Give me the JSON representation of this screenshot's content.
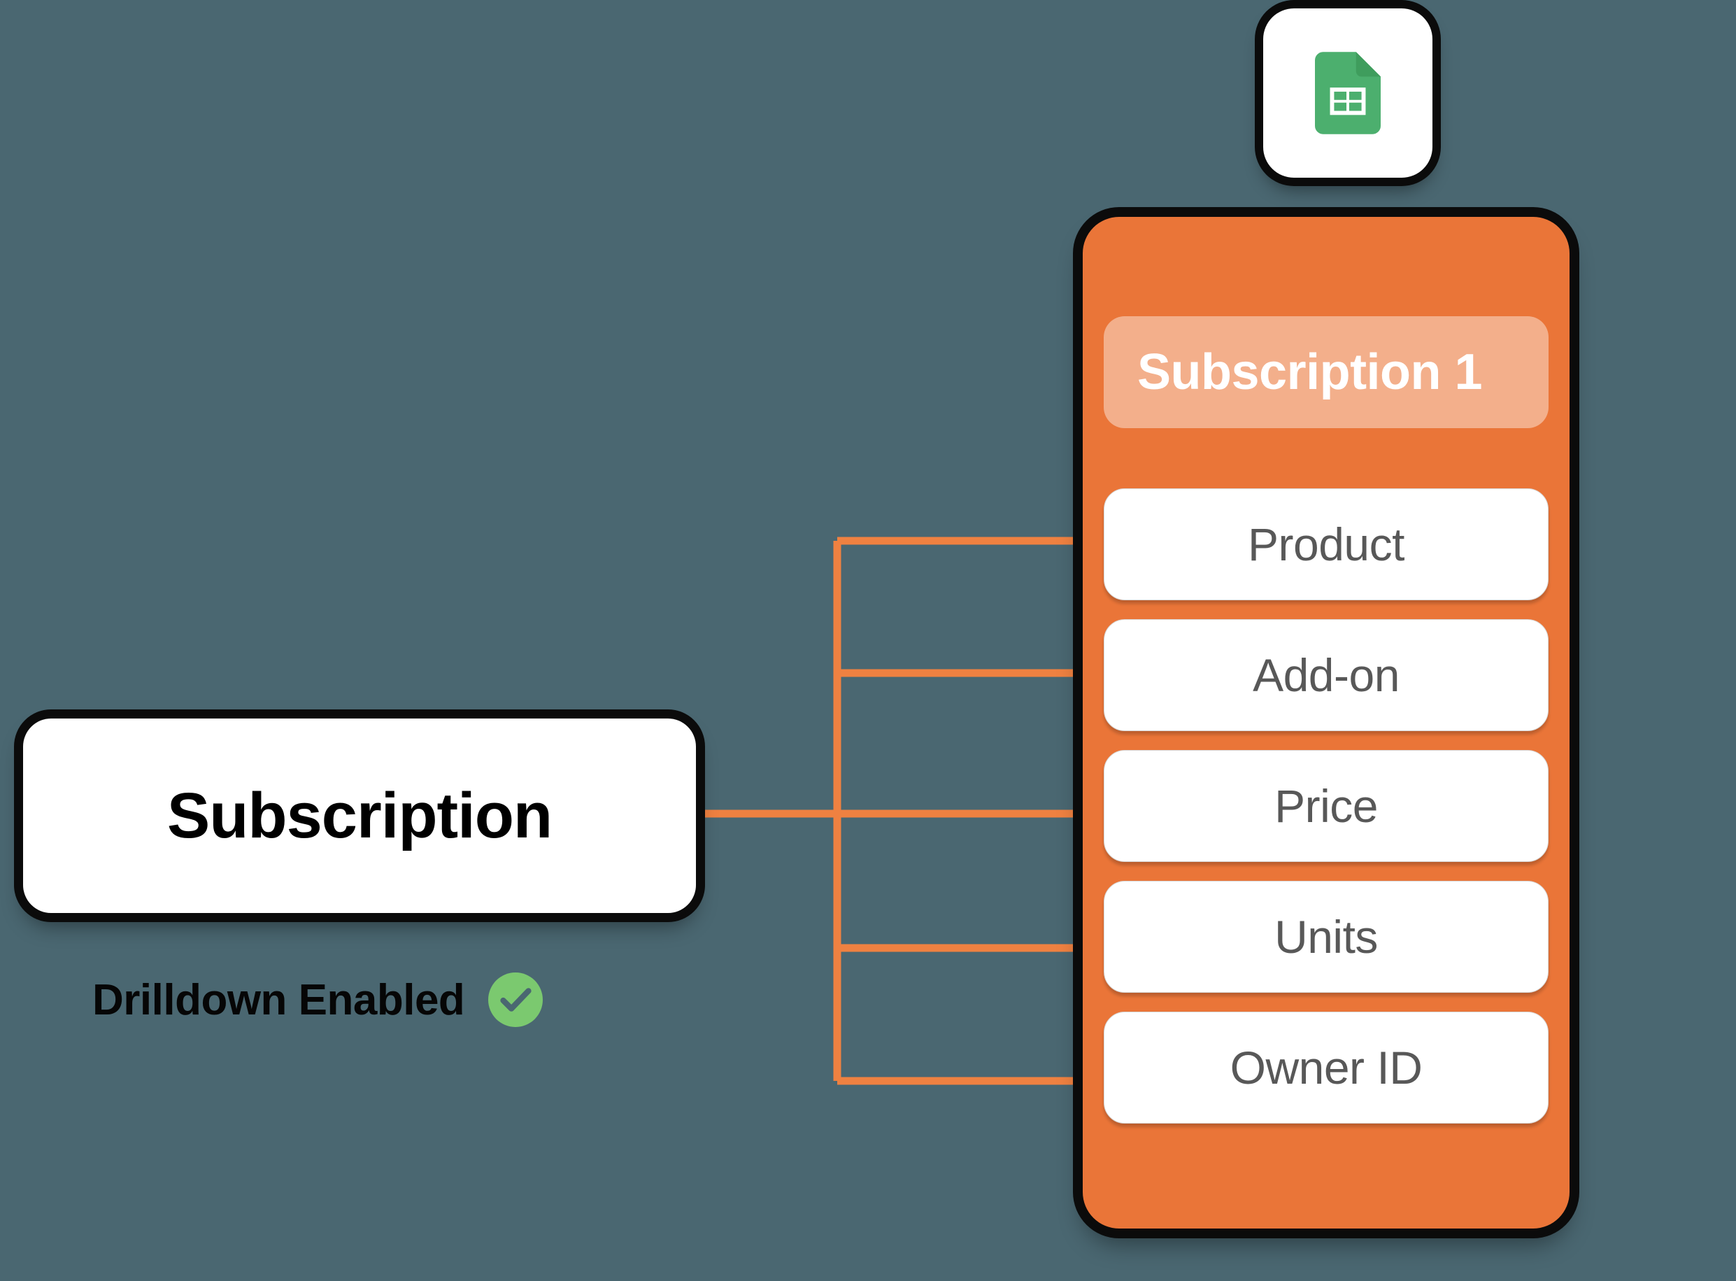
{
  "background": {
    "color": "#4a6771"
  },
  "palette": {
    "panel_orange": "#ea7538",
    "connector_orange": "#ef8141",
    "chip_white": "#ffffff",
    "chip_text": "#585858",
    "title_text": "#ffffff",
    "entity_text": "#000000",
    "check_green": "#7bc96f",
    "shadow_black": "#0b0b0b",
    "sheets_green": "#4caf6e"
  },
  "source": {
    "icon_name": "google-sheets-icon",
    "alt": "Google Sheets"
  },
  "entity": {
    "label": "Subscription",
    "status": {
      "label": "Drilldown Enabled",
      "icon": "check-circle-icon",
      "enabled": true
    }
  },
  "record": {
    "title": "Subscription 1",
    "fields": [
      {
        "label": "Product"
      },
      {
        "label": "Add-on"
      },
      {
        "label": "Price"
      },
      {
        "label": "Units"
      },
      {
        "label": "Owner ID"
      }
    ]
  },
  "connectors": {
    "count": 5,
    "stub_from_entity": true
  }
}
